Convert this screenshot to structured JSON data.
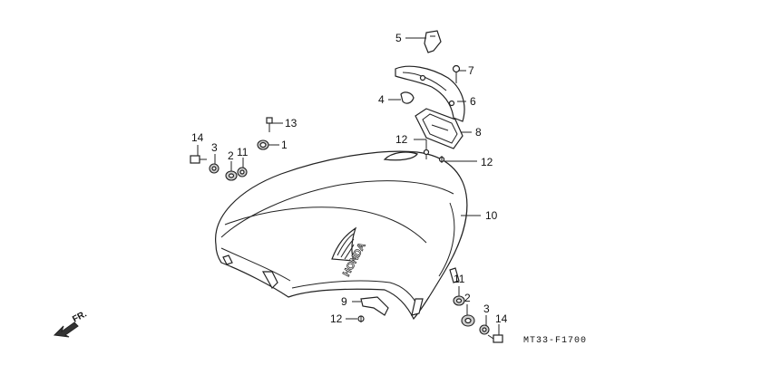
{
  "diagram": {
    "code": "MT33-F1700",
    "front_label": "FR.",
    "brand": "HONDA",
    "callouts": [
      {
        "id": "c5",
        "label": "5"
      },
      {
        "id": "c7",
        "label": "7"
      },
      {
        "id": "c4",
        "label": "4"
      },
      {
        "id": "c6",
        "label": "6"
      },
      {
        "id": "c13",
        "label": "13"
      },
      {
        "id": "c8",
        "label": "8"
      },
      {
        "id": "c14a",
        "label": "14"
      },
      {
        "id": "c1",
        "label": "1"
      },
      {
        "id": "c12a",
        "label": "12"
      },
      {
        "id": "c3a",
        "label": "3"
      },
      {
        "id": "c2a",
        "label": "2"
      },
      {
        "id": "c11a",
        "label": "11"
      },
      {
        "id": "c12b",
        "label": "12"
      },
      {
        "id": "c10",
        "label": "10"
      },
      {
        "id": "c11b",
        "label": "11"
      },
      {
        "id": "c9",
        "label": "9"
      },
      {
        "id": "c2b",
        "label": "2"
      },
      {
        "id": "c3b",
        "label": "3"
      },
      {
        "id": "c12c",
        "label": "12"
      },
      {
        "id": "c14b",
        "label": "14"
      }
    ]
  }
}
